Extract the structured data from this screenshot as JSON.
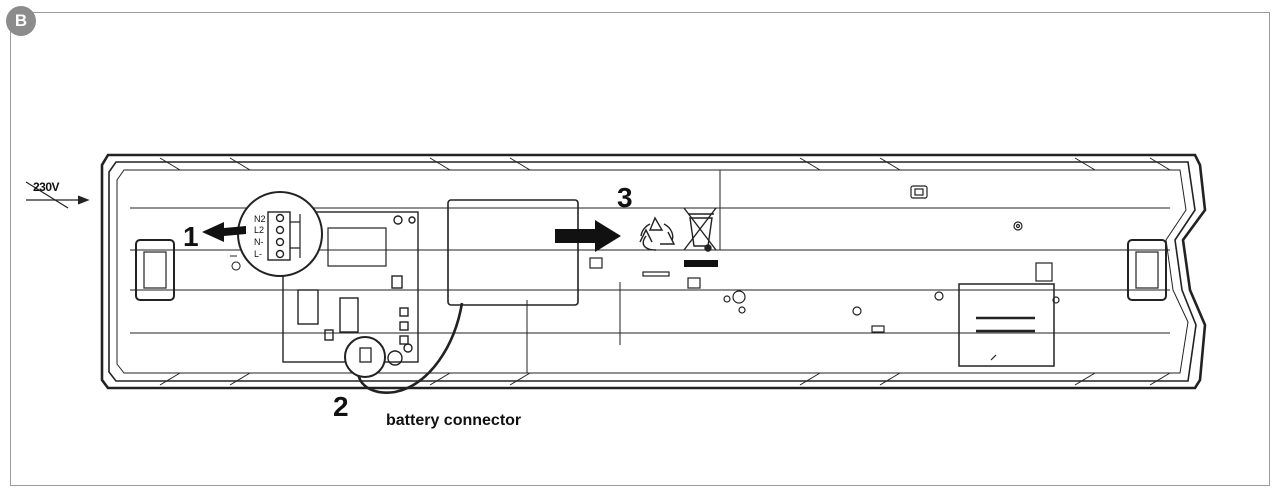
{
  "panel": {
    "badge": "B"
  },
  "labels": {
    "voltage": "230V",
    "step1": "1",
    "step2": "2",
    "step3": "3",
    "battery_connector": "battery connector"
  },
  "terminals": [
    "N2",
    "L2",
    "N-",
    "L-"
  ],
  "icons": {
    "recycle": "recycle-icon",
    "weee": "crossed-out-wheelie-bin-icon",
    "arrows": "arrow-icon"
  }
}
